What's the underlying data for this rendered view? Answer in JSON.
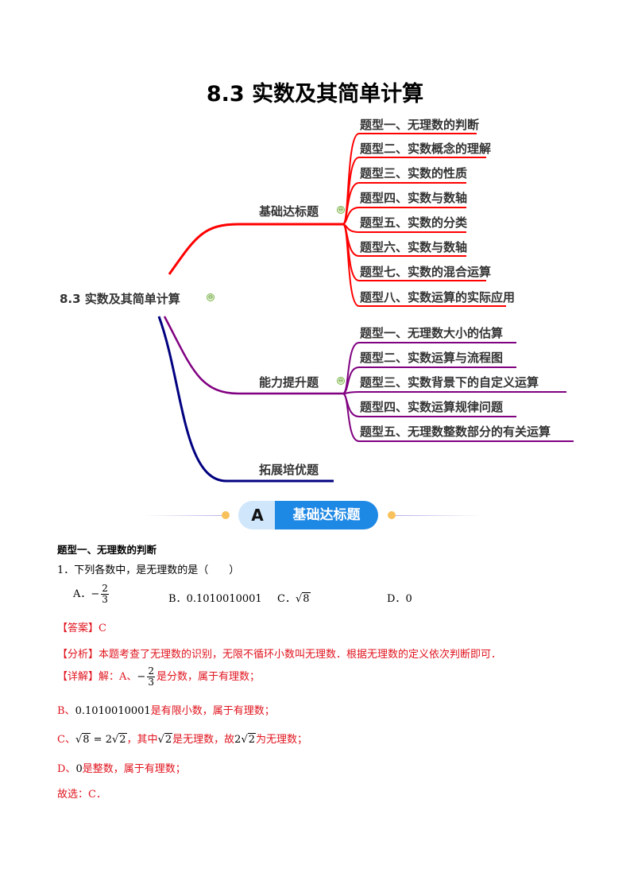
{
  "title": "8.3  实数及其简单计算",
  "mindmap": {
    "root": "8.3 实数及其简单计算",
    "branches": [
      {
        "label": "基础达标题",
        "color": "#ff0000",
        "items": [
          "题型一、无理数的判断",
          "题型二、实数概念的理解",
          "题型三、实数的性质",
          "题型四、实数与数轴",
          "题型五、实数的分类",
          "题型六、实数与数轴",
          "题型七、实数的混合运算",
          "题型八、实数运算的实际应用"
        ]
      },
      {
        "label": "能力提升题",
        "color": "#800080",
        "items": [
          "题型一、无理数大小的估算",
          "题型二、实数运算与流程图",
          "题型三、实数背景下的自定义运算",
          "题型四、实数运算规律问题",
          "题型五、无理数整数部分的有关运算"
        ]
      },
      {
        "label": "拓展培优题",
        "color": "#000080",
        "items": []
      }
    ],
    "collapse_symbol": "⊖"
  },
  "banner": {
    "letter": "A",
    "label": "基础达标题",
    "accent": "#1e88e5"
  },
  "section": {
    "heading": "题型一、无理数的判断",
    "question": "1．下列各数中，是无理数的是（　　）",
    "options": {
      "a_label": "A．",
      "a_sign": "−",
      "a_num": "2",
      "a_den": "3",
      "b_label": "B．",
      "b_value": "0.1010010001",
      "c_label": "C．",
      "c_radicand": "8",
      "d_label": "D．",
      "d_value": "0"
    },
    "answer_label": "【答案】",
    "answer": "C",
    "analysis_label": "【分析】",
    "analysis": "本题考查了无理数的识别，无限不循环小数叫无理数．根据无理数的定义依次判断即可．",
    "detail_label": "【详解】",
    "detail_a_pre": "解：A、",
    "detail_a_sign": "−",
    "detail_a_num": "2",
    "detail_a_den": "3",
    "detail_a_post": "是分数，属于有理数；",
    "detail_b_pre": "B、",
    "detail_b_value": "0.1010010001",
    "detail_b_post": "是有限小数，属于有理数；",
    "detail_c_pre": "C、",
    "detail_c_eq": "= 2",
    "detail_c_r8": "8",
    "detail_c_r2a": "2",
    "detail_c_mid": "，其中",
    "detail_c_r2b": "2",
    "detail_c_mid2": "是无理数，故",
    "detail_c_coef": "2",
    "detail_c_r2c": "2",
    "detail_c_post": "为无理数；",
    "detail_d_pre": "D、",
    "detail_d_value": "0",
    "detail_d_post": "是整数，属于有理数；",
    "conclusion": "故选：C．"
  }
}
